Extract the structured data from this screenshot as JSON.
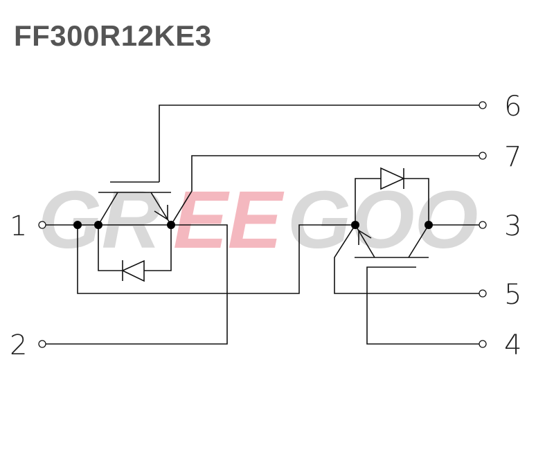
{
  "title": "FF300R12KE3",
  "watermark": {
    "text_gray_left": "GR",
    "text_red": "EE",
    "text_gray_right": "GOO",
    "gray": "#d9d9d9",
    "red": "#f4b8bf"
  },
  "pins": {
    "p1": "1",
    "p2": "2",
    "p3": "3",
    "p4": "4",
    "p5": "5",
    "p6": "6",
    "p7": "7"
  }
}
